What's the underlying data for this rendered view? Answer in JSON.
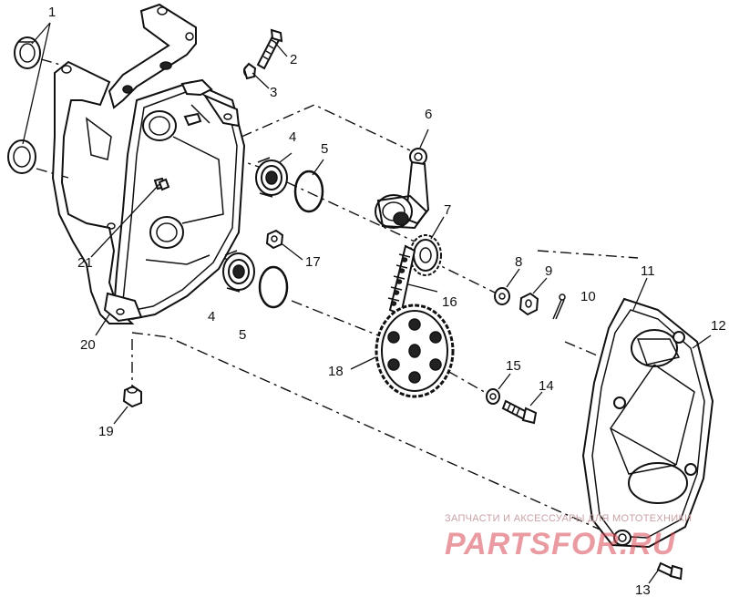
{
  "callouts": [
    {
      "id": "1",
      "label": "1"
    },
    {
      "id": "2",
      "label": "2"
    },
    {
      "id": "3",
      "label": "3"
    },
    {
      "id": "4a",
      "label": "4"
    },
    {
      "id": "4b",
      "label": "4"
    },
    {
      "id": "5a",
      "label": "5"
    },
    {
      "id": "5b",
      "label": "5"
    },
    {
      "id": "6",
      "label": "6"
    },
    {
      "id": "7",
      "label": "7"
    },
    {
      "id": "8",
      "label": "8"
    },
    {
      "id": "9",
      "label": "9"
    },
    {
      "id": "10",
      "label": "10"
    },
    {
      "id": "11",
      "label": "11"
    },
    {
      "id": "12",
      "label": "12"
    },
    {
      "id": "13",
      "label": "13"
    },
    {
      "id": "14",
      "label": "14"
    },
    {
      "id": "15",
      "label": "15"
    },
    {
      "id": "16",
      "label": "16"
    },
    {
      "id": "17",
      "label": "17"
    },
    {
      "id": "18",
      "label": "18"
    },
    {
      "id": "19",
      "label": "19"
    },
    {
      "id": "20",
      "label": "20"
    },
    {
      "id": "21",
      "label": "21"
    }
  ],
  "watermark": {
    "caption": "ЗАПЧАСТИ И АКСЕССУАРЫ ДЛЯ МОТОТЕХНИКИ",
    "logo": "PARTSFOR.RU"
  },
  "colors": {
    "line": "#111111",
    "watermark": "#d94a57"
  }
}
